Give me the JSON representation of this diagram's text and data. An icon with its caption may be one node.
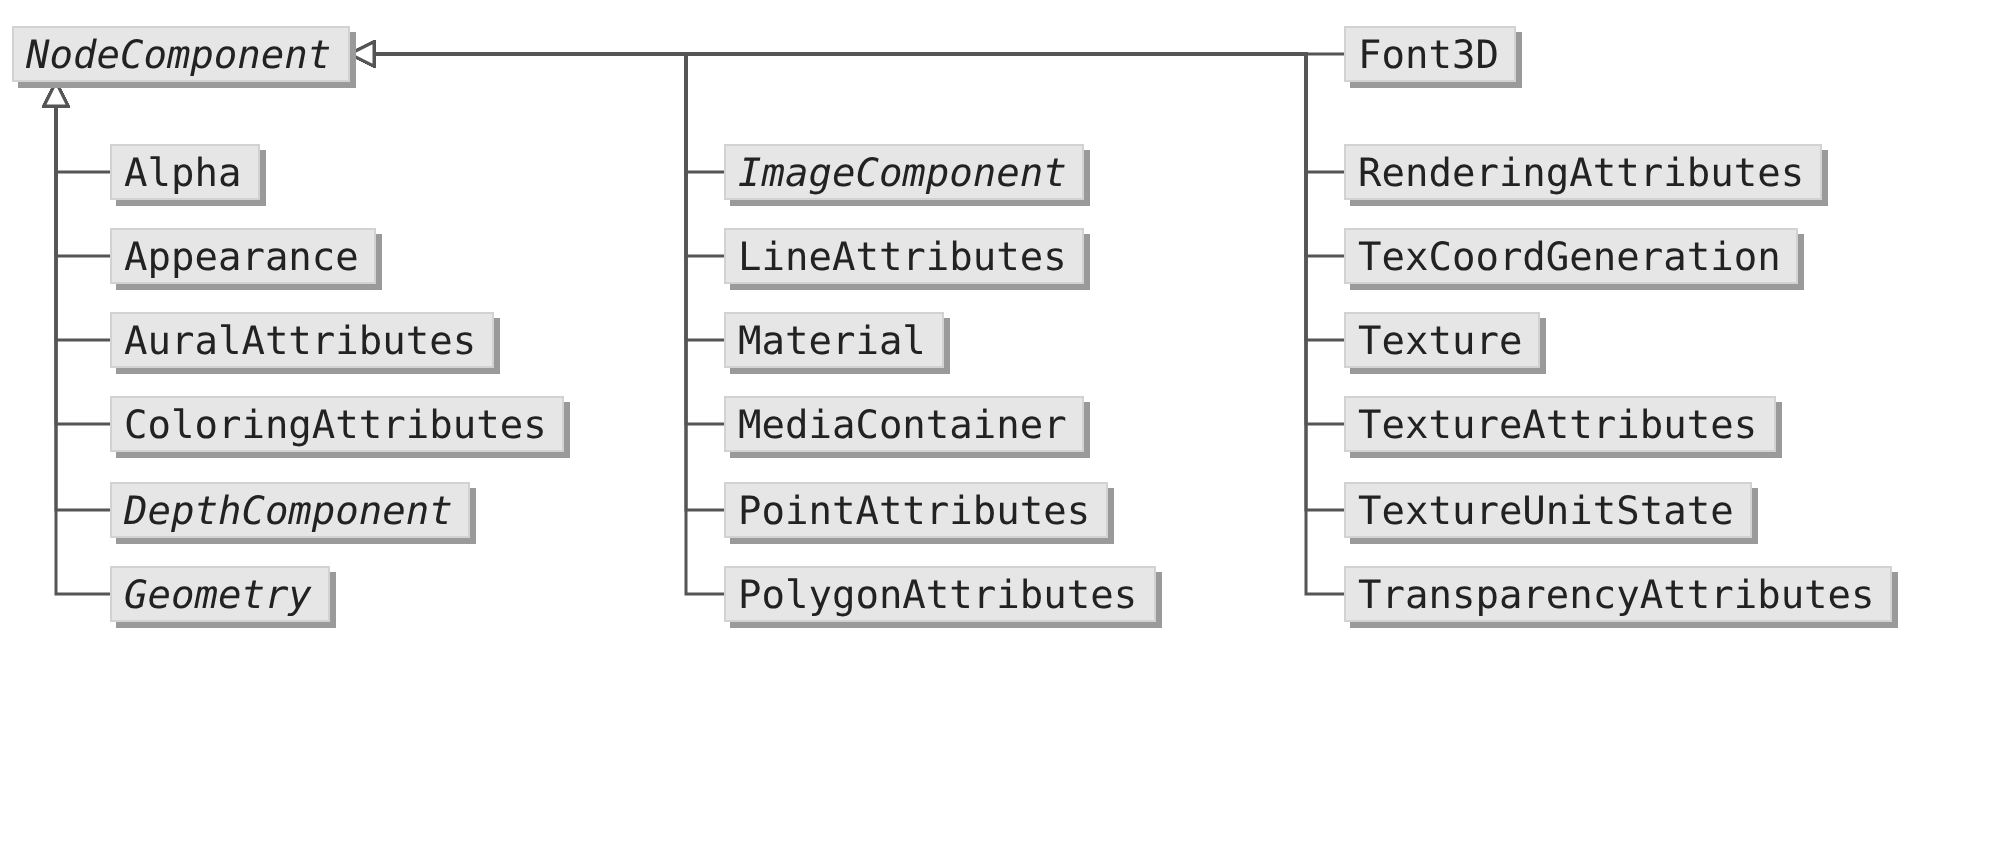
{
  "diagram": {
    "nodes": [
      {
        "text": [
          "NodeComponent"
        ]
      },
      {
        "text": [
          "Alpha"
        ]
      },
      {
        "text": [
          "Appearance"
        ]
      },
      {
        "text": [
          "AuralAttributes"
        ]
      },
      {
        "text": [
          "ColoringAttributes"
        ]
      },
      {
        "text": [
          "DepthComponent"
        ]
      },
      {
        "text": [
          "Geometry"
        ]
      },
      {
        "text": [
          "ImageComponent"
        ]
      },
      {
        "text": [
          "LineAttributes"
        ]
      },
      {
        "text": [
          "Material"
        ]
      },
      {
        "text": [
          "MediaContainer"
        ]
      },
      {
        "text": [
          "PointAttributes"
        ]
      },
      {
        "text": [
          "PolygonAttributes"
        ]
      },
      {
        "text": [
          "Font3D"
        ]
      },
      {
        "text": [
          "RenderingAttributes"
        ]
      },
      {
        "text": [
          "TexCoordGeneration"
        ]
      },
      {
        "text": [
          "Texture"
        ]
      },
      {
        "text": [
          "TextureAttributes"
        ]
      },
      {
        "text": [
          "TextureUnitState"
        ]
      },
      {
        "text": [
          "TransparencyAttributes"
        ]
      }
    ],
    "edges": [
      {
        "from": 1,
        "to": 0,
        "arrow": "to"
      },
      {
        "from": 2,
        "to": 0,
        "arrow": "to"
      },
      {
        "from": 3,
        "to": 0,
        "arrow": "to"
      },
      {
        "from": 4,
        "to": 0,
        "arrow": "to"
      },
      {
        "from": 5,
        "to": 0,
        "arrow": "to"
      },
      {
        "from": 6,
        "to": 0,
        "arrow": "to"
      },
      {
        "from": 7,
        "to": 0,
        "arrow": "to"
      },
      {
        "from": 8,
        "to": 0,
        "arrow": "to"
      },
      {
        "from": 9,
        "to": 0,
        "arrow": "to"
      },
      {
        "from": 10,
        "to": 0,
        "arrow": "to"
      },
      {
        "from": 11,
        "to": 0,
        "arrow": "to"
      },
      {
        "from": 12,
        "to": 0,
        "arrow": "to"
      },
      {
        "from": 13,
        "to": 0,
        "arrow": "to"
      },
      {
        "from": 14,
        "to": 0,
        "arrow": "to"
      },
      {
        "from": 15,
        "to": 0,
        "arrow": "to"
      },
      {
        "from": 16,
        "to": 0,
        "arrow": "to"
      },
      {
        "from": 17,
        "to": 0,
        "arrow": "to"
      },
      {
        "from": 18,
        "to": 0,
        "arrow": "to"
      },
      {
        "from": 19,
        "to": 0,
        "arrow": "to"
      }
    ]
  }
}
